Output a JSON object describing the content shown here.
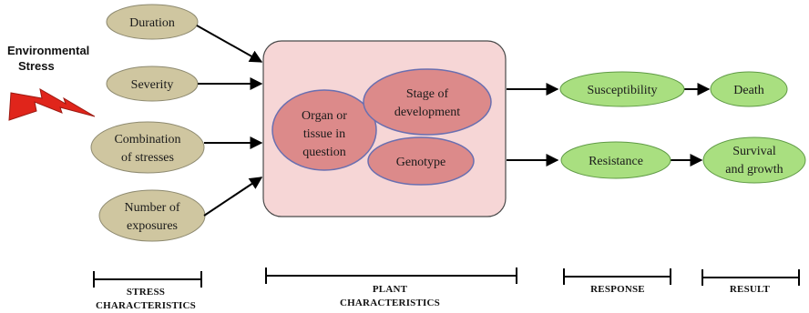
{
  "environmental_stress": {
    "line1": "Environmental",
    "line2": "Stress"
  },
  "stress_characteristics": {
    "duration": "Duration",
    "severity": "Severity",
    "combination": {
      "line1": "Combination",
      "line2": "of stresses"
    },
    "exposures": {
      "line1": "Number of",
      "line2": "exposures"
    }
  },
  "plant_characteristics": {
    "organ": {
      "line1": "Organ or",
      "line2": "tissue in",
      "line3": "question"
    },
    "stage": {
      "line1": "Stage of",
      "line2": "development"
    },
    "genotype": "Genotype"
  },
  "response": {
    "susceptibility": "Susceptibility",
    "resistance": "Resistance"
  },
  "result": {
    "death": "Death",
    "survival": {
      "line1": "Survival",
      "line2": "and growth"
    }
  },
  "captions": {
    "stress": {
      "line1": "STRESS",
      "line2": "CHARACTERISTICS"
    },
    "plant": {
      "line1": "PLANT",
      "line2": "CHARACTERISTICS"
    },
    "response": "RESPONSE",
    "result": "RESULT"
  },
  "colors": {
    "stress_fill": "#cfc6a0",
    "plant_box_fill": "#f6d6d6",
    "plant_oval_fill": "#dc8a8a",
    "plant_oval_stroke": "#6a6fb0",
    "response_fill": "#a9df80",
    "bolt": "#e0251b"
  }
}
